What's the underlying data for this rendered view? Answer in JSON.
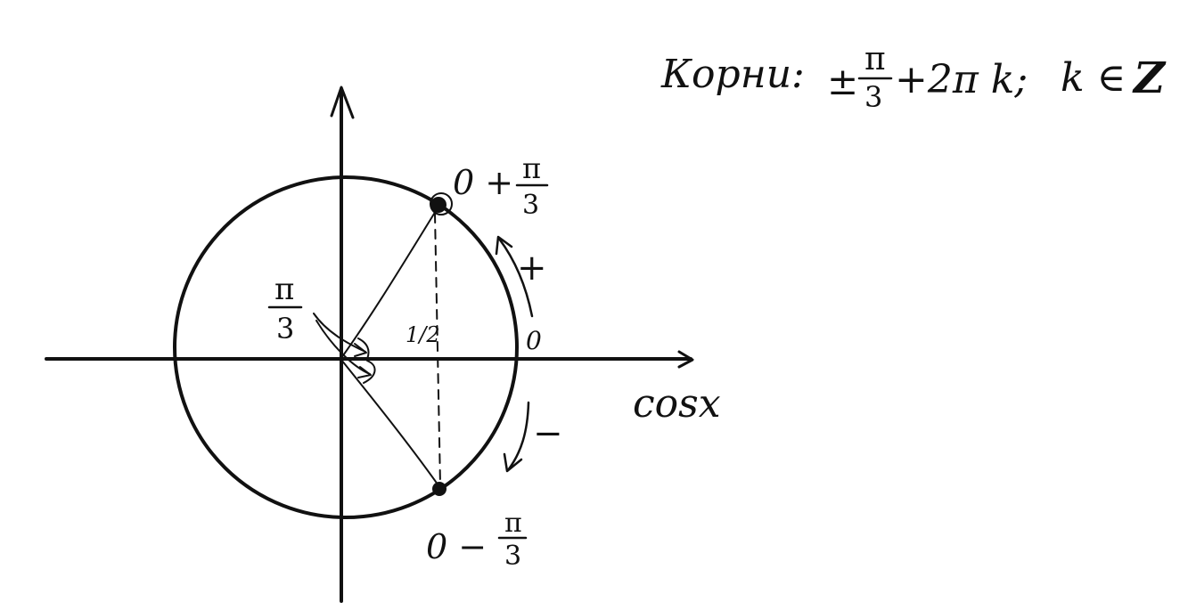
{
  "roots": {
    "label": "Корни:",
    "pm": "±",
    "pi": "π",
    "three": "3",
    "plus_two_pi_k": "+2π k;",
    "k_in": "k ∈",
    "z_symbol": "Z"
  },
  "point_top": {
    "prefix": "0 +",
    "pi": "π",
    "three": "3"
  },
  "point_bottom": {
    "prefix": "0 −",
    "pi": "π",
    "three": "3"
  },
  "angle_label": {
    "pi": "π",
    "three": "3"
  },
  "half_label": "1/2",
  "zero_label": "0",
  "axis_label": "cosx",
  "plus_sign": "+",
  "minus_sign": "−",
  "colors": {
    "ink": "#111111",
    "background": "#ffffff"
  }
}
